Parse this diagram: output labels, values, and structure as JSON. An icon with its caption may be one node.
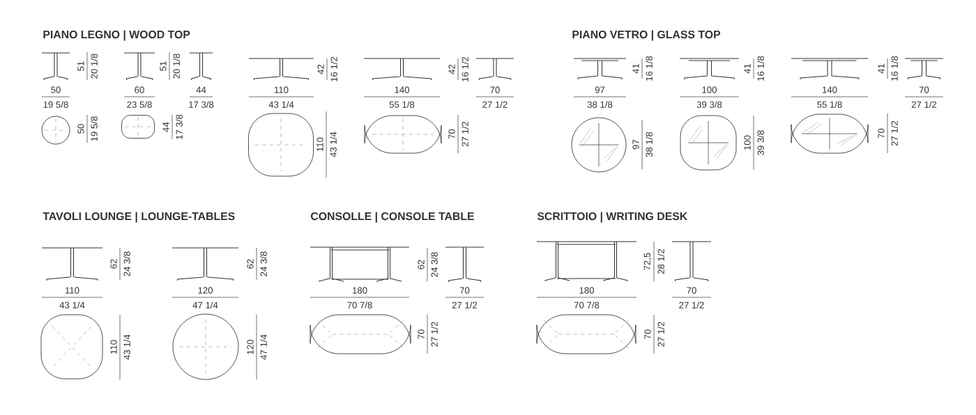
{
  "diagram": {
    "labels": [
      "PIANO LEGNO | WOOD TOP",
      "51",
      "20 1/8",
      "50",
      "19 5/8",
      "51",
      "20 1/8",
      "60",
      "23 5/8",
      "44",
      "17 3/8",
      "110",
      "43 1/4",
      "42",
      "16 1/2",
      "140",
      "55 1/8",
      "42",
      "16 1/2",
      "70",
      "27 1/2",
      "PIANO VETRO | GLASS TOP",
      "97",
      "38 1/8",
      "41",
      "16 1/8",
      "100",
      "39 3/8",
      "41",
      "16 1/8",
      "140",
      "55 1/8",
      "41",
      "16 1/8",
      "70",
      "27 1/2",
      "50",
      "19 5/8",
      "44",
      "17 3/8",
      "110",
      "43 1/4",
      "70",
      "27 1/2",
      "97",
      "38 1/8",
      "100",
      "39 3/8",
      "70",
      "27 1/2",
      "TAVOLI LOUNGE | LOUNGE-TABLES",
      "CONSOLLE | CONSOLE TABLE",
      "SCRITTOIO | WRITING DESK",
      "62",
      "24 3/8",
      "110",
      "43 1/4",
      "62",
      "24 3/8",
      "120",
      "47 1/4",
      "62",
      "24 3/8",
      "180",
      "70 7/8",
      "70",
      "27 1/2",
      "72,5",
      "28 1/2",
      "180",
      "70 7/8",
      "70",
      "27 1/2",
      "110",
      "43 1/4",
      "120",
      "47 1/4",
      "70",
      "27 1/2",
      "70",
      "27 1/2"
    ]
  }
}
